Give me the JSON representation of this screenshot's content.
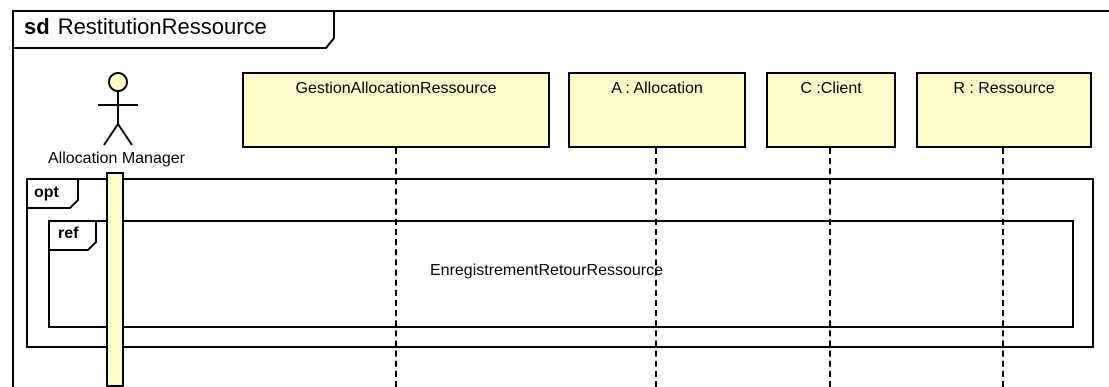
{
  "frame": {
    "keyword": "sd",
    "name": "RestitutionRessource"
  },
  "actor": {
    "name": "Allocation Manager"
  },
  "lifelines": [
    {
      "label": "GestionAllocationRessource"
    },
    {
      "label": "A : Allocation"
    },
    {
      "label": "C :Client"
    },
    {
      "label": "R : Ressource"
    }
  ],
  "fragments": {
    "opt_label": "opt",
    "ref_label": "ref",
    "ref_name": "EnregistrementRetourRessource"
  },
  "colors": {
    "lifeline_fill": "#fdfbc9",
    "stroke": "#000000"
  }
}
